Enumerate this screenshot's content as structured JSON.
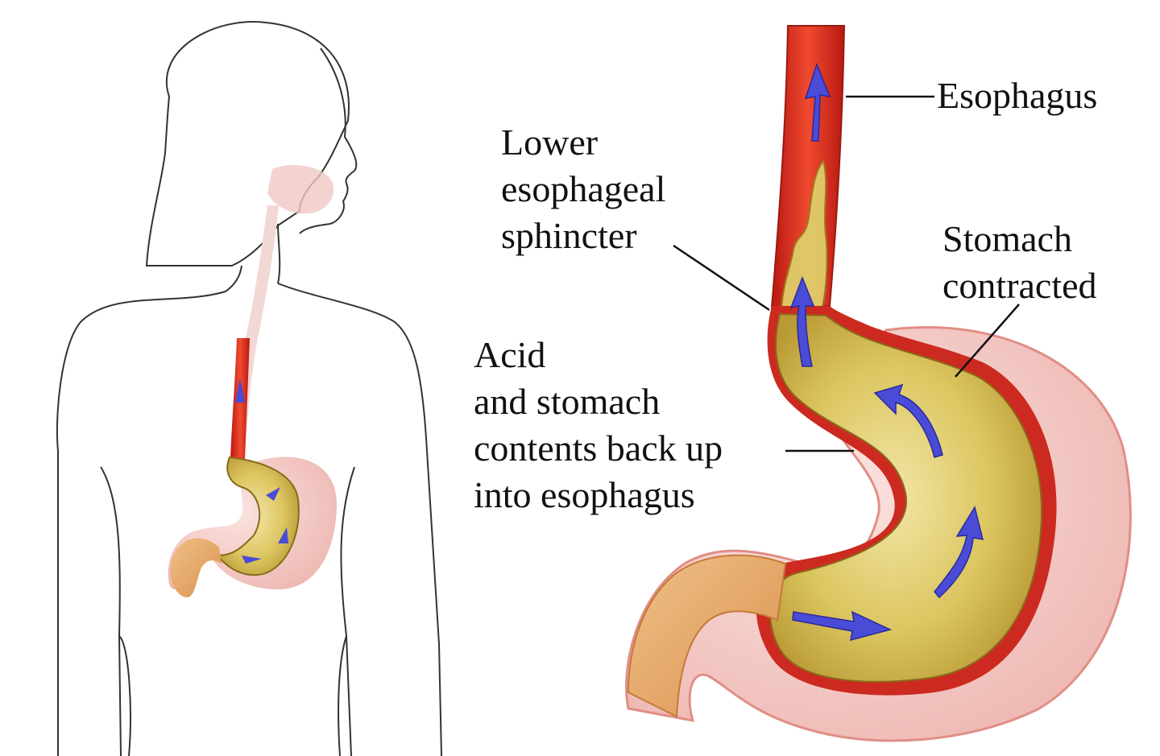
{
  "labels": {
    "esophagus": [
      "Esophagus"
    ],
    "sphincter": [
      "Lower",
      "esophageal",
      "sphincter"
    ],
    "stomach": [
      "Stomach",
      "contracted"
    ],
    "acid": [
      "Acid",
      "and stomach",
      "contents back up",
      "into esophagus"
    ]
  },
  "colors": {
    "outline": "#2a2a2a",
    "esophagus_wall": "#d42a1e",
    "stomach_fluid": "#d6c25a",
    "stomach_wall": "#f0c4c0",
    "arrows": "#4a4bd6",
    "leader_lines": "#111111"
  },
  "figures": [
    "human-torso-outline",
    "stomach-cross-section"
  ]
}
